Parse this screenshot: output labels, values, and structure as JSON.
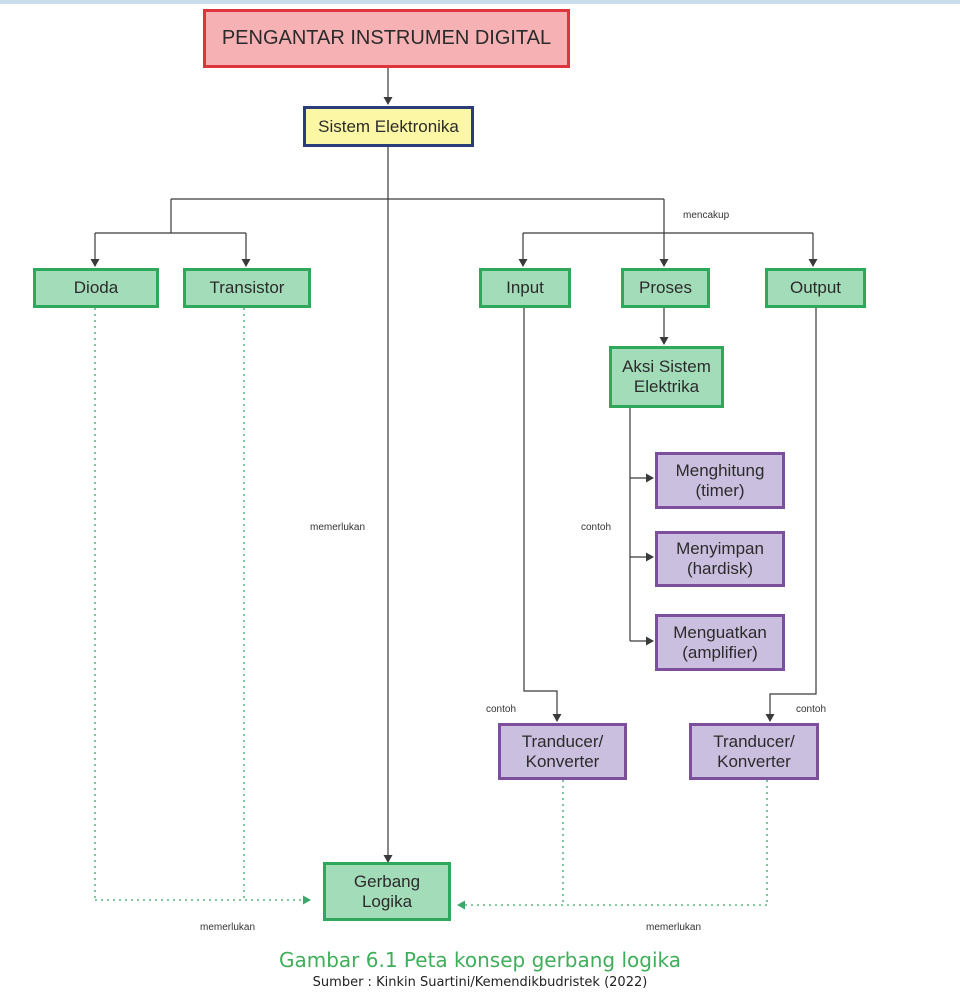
{
  "nodes": {
    "root": "PENGANTAR INSTRUMEN DIGITAL",
    "sistem": "Sistem Elektronika",
    "dioda": "Dioda",
    "transistor": "Transistor",
    "input": "Input",
    "proses": "Proses",
    "output": "Output",
    "aksi": "Aksi Sistem\nElektrika",
    "menghitung": "Menghitung\n(timer)",
    "menyimpan": "Menyimpan\n(hardisk)",
    "menguatkan": "Menguatkan\n(amplifier)",
    "tranducer_left": "Tranducer/\nKonverter",
    "tranducer_right": "Tranducer/\nKonverter",
    "gerbang": "Gerbang\nLogika"
  },
  "labels": {
    "mencakup": "mencakup",
    "memerlukan_center": "memerlukan",
    "contoh_aksi": "contoh",
    "contoh_input": "contoh",
    "contoh_output": "contoh",
    "memerlukan_left": "memerlukan",
    "memerlukan_right": "memerlukan"
  },
  "caption": {
    "title": "Gambar 6.1 Peta konsep gerbang logika",
    "source": "Sumber : Kinkin Suartini/Kemendikbudristek (2022)"
  },
  "colors": {
    "line": "#3a3a3a",
    "dotted_line": "#3aa86a",
    "caption_title": "#3fae5a"
  }
}
